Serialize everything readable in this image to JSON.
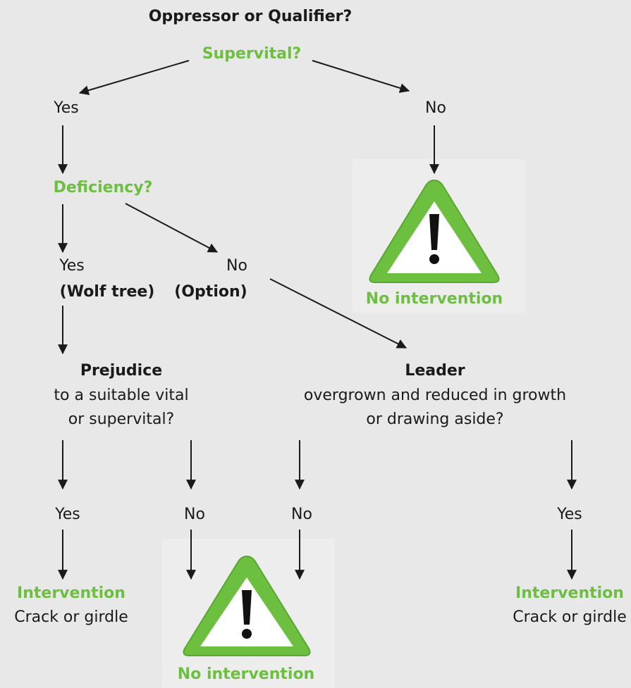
{
  "title": "Oppressor or Qualifier?",
  "q_supervital": "Supervital?",
  "yes_1": "Yes",
  "no_1": "No",
  "q_deficiency": "Deficiency?",
  "yes_2": "Yes",
  "no_2": "No",
  "wolf_tree": "(Wolf tree)",
  "option": "(Option)",
  "no_intervention_1": "No intervention",
  "prejudice": {
    "heading": "Prejudice",
    "line1": "to a suitable vital",
    "line2": "or supervital?"
  },
  "leader": {
    "heading": "Leader",
    "line1": "overgrown and reduced in growth",
    "line2": "or drawing aside?"
  },
  "yes_3": "Yes",
  "no_3": "No",
  "no_4": "No",
  "yes_4": "Yes",
  "intervention_left": {
    "heading": "Intervention",
    "text": "Crack or girdle"
  },
  "intervention_right": {
    "heading": "Intervention",
    "text": "Crack or girdle"
  },
  "no_intervention_2": "No intervention",
  "colors": {
    "accent_green": "#6cbf3f",
    "warning_fill": "#6cbf3f",
    "background": "#e8e8e8"
  },
  "icons": [
    "warning-triangle-icon",
    "warning-triangle-icon"
  ]
}
